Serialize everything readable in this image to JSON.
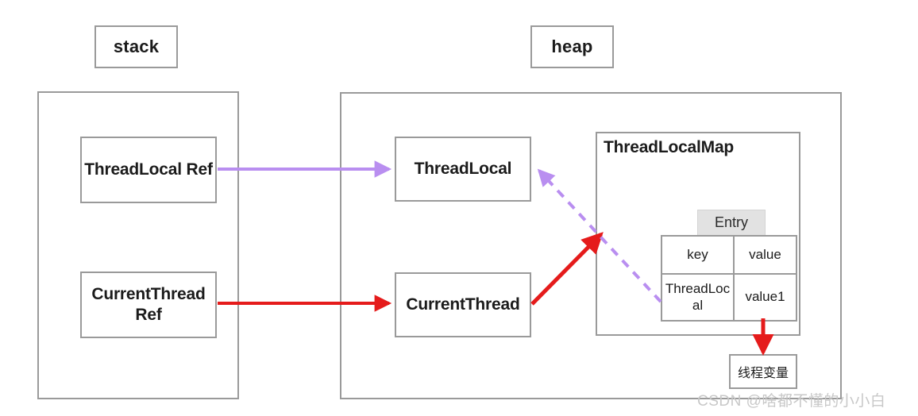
{
  "diagram": {
    "title_chips": {
      "stack": "stack",
      "heap": "heap"
    },
    "stack_region": {
      "threadlocal_ref": "ThreadLocal Ref",
      "currentthread_ref": "CurrentThread Ref"
    },
    "heap_region": {
      "threadlocal": "ThreadLocal",
      "currentthread": "CurrentThread",
      "threadlocalmap": {
        "title": "ThreadLocalMap",
        "entry_label": "Entry",
        "table": {
          "headers": [
            "key",
            "value"
          ],
          "rows": [
            [
              "ThreadLocal",
              "value1"
            ]
          ]
        }
      },
      "thread_variable": "线程变量"
    },
    "arrows": [
      {
        "name": "threadlocal-ref-to-threadlocal",
        "style": "solid",
        "color": "#b98ef0",
        "from": "ThreadLocal Ref",
        "to": "ThreadLocal"
      },
      {
        "name": "currentthread-ref-to-currentthread",
        "style": "solid",
        "color": "#e51b1b",
        "from": "CurrentThread Ref",
        "to": "CurrentThread"
      },
      {
        "name": "currentthread-to-threadlocalmap",
        "style": "solid",
        "color": "#e51b1b",
        "from": "CurrentThread",
        "to": "ThreadLocalMap"
      },
      {
        "name": "entry-key-to-threadlocal",
        "style": "dashed",
        "color": "#b98ef0",
        "from": "Entry key ThreadLocal",
        "to": "ThreadLocal"
      },
      {
        "name": "entry-value-to-thread-variable",
        "style": "solid",
        "color": "#e51b1b",
        "from": "Entry value1",
        "to": "线程变量"
      }
    ],
    "colors": {
      "border": "#9a9a9a",
      "purple": "#b98ef0",
      "red": "#e51b1b",
      "entry_tab_bg": "#e2e2e2",
      "text": "#1b1b1b",
      "watermark": "#c8c8c8"
    },
    "watermark": "CSDN @啥都不懂的小小白"
  }
}
